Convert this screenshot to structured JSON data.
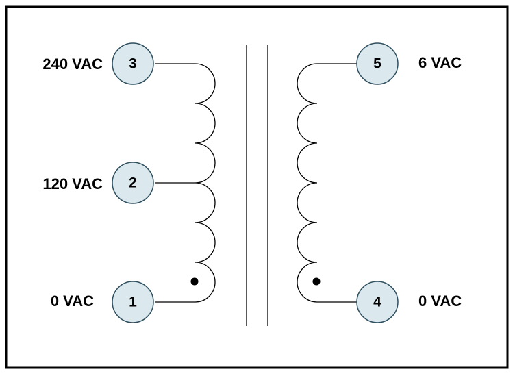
{
  "colors": {
    "terminal_fill": "#dbe9ef",
    "terminal_stroke": "#2f4f5f",
    "line": "#000000"
  },
  "primary": {
    "terminals": [
      {
        "number": "3",
        "label": "240 VAC"
      },
      {
        "number": "2",
        "label": "120 VAC"
      },
      {
        "number": "1",
        "label": "0 VAC"
      }
    ]
  },
  "secondary": {
    "terminals": [
      {
        "number": "5",
        "label": "6 VAC"
      },
      {
        "number": "4",
        "label": "0 VAC"
      }
    ]
  },
  "polarity_dots": {
    "primary": "terminal-1",
    "secondary": "terminal-4"
  }
}
